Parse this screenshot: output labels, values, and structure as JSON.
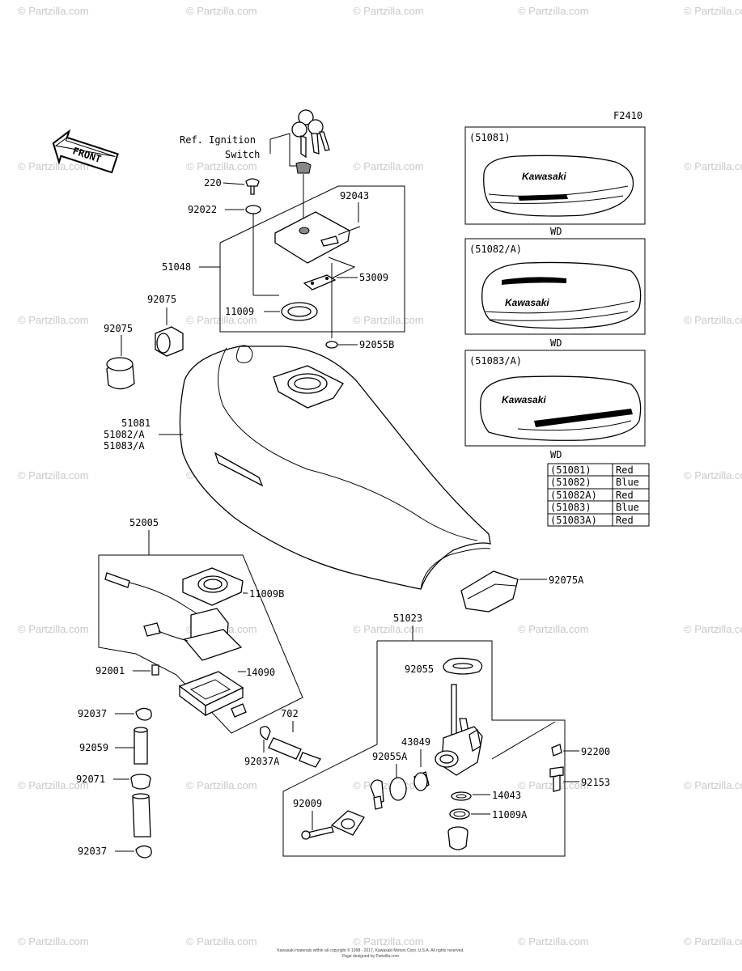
{
  "figure_id": "F2410",
  "front_label": "FRONT",
  "watermark": "© Partzilla.com",
  "ignition_label_1": "Ref. Ignition",
  "ignition_label_2": "Switch",
  "decal_brand": "Kawasaki",
  "decals": [
    {
      "code": "(51081)",
      "caption": "WD"
    },
    {
      "code": "(51082/A)",
      "caption": "WD"
    },
    {
      "code": "(51083/A)",
      "caption": "WD"
    }
  ],
  "color_table": [
    {
      "part": "(51081)",
      "color": "Red"
    },
    {
      "part": "(51082)",
      "color": "Blue"
    },
    {
      "part": "(51082A)",
      "color": "Red"
    },
    {
      "part": "(51083)",
      "color": "Blue"
    },
    {
      "part": "(51083A)",
      "color": "Red"
    }
  ],
  "parts": {
    "p220": "220",
    "p92022": "92022",
    "p92043": "92043",
    "p51048": "51048",
    "p53009": "53009",
    "p92075a": "92075",
    "p92075b": "92075",
    "p11009": "11009",
    "p92055B": "92055B",
    "p51081": "51081",
    "p51082A": "51082/A",
    "p51083A": "51083/A",
    "p52005": "52005",
    "p11009B": "11009B",
    "p92075A": "92075A",
    "p92001": "92001",
    "p14090": "14090",
    "p51023": "51023",
    "p92055": "92055",
    "p92037a": "92037",
    "p702": "702",
    "p92059": "92059",
    "p43049": "43049",
    "p92200": "92200",
    "p92037A": "92037A",
    "p92055A": "92055A",
    "p92071": "92071",
    "p92153": "92153",
    "p92009": "92009",
    "p14043": "14043",
    "p11009A": "11009A",
    "p92037b": "92037"
  },
  "footer_line_1": "Kawasaki materials within all copyright © 1998 - 2017, Kawasaki Motors Corp. U.S.A. All rights reserved.",
  "footer_line_2": "Page designed by Partzilla.com"
}
